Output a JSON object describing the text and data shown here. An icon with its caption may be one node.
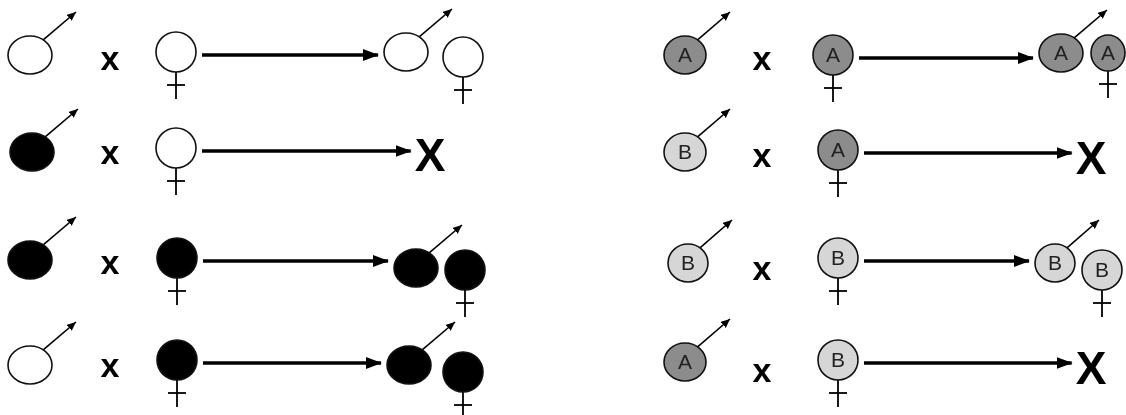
{
  "diagram": {
    "nodes": [
      {
        "text": [],
        "shape": "circle"
      },
      {
        "text": [],
        "shape": "circle"
      },
      {
        "text": [],
        "shape": "circle"
      },
      {
        "text": [],
        "shape": "circle"
      },
      {
        "text": [],
        "shape": "circle"
      },
      {
        "text": [],
        "shape": "circle"
      },
      {
        "text": [
          "X"
        ]
      },
      {
        "text": [],
        "shape": "circle"
      },
      {
        "text": [],
        "shape": "circle"
      },
      {
        "text": [],
        "shape": "circle"
      },
      {
        "text": [],
        "shape": "circle"
      },
      {
        "text": [],
        "shape": "circle"
      },
      {
        "text": [],
        "shape": "circle"
      },
      {
        "text": [],
        "shape": "circle"
      },
      {
        "text": [],
        "shape": "circle"
      },
      {
        "text": [
          "A"
        ]
      },
      {
        "text": [
          "A"
        ]
      },
      {
        "text": [
          "A"
        ]
      },
      {
        "text": [
          "A"
        ]
      },
      {
        "text": [
          "B"
        ]
      },
      {
        "text": [
          "A"
        ]
      },
      {
        "text": [
          "X"
        ]
      },
      {
        "text": [
          "B"
        ]
      },
      {
        "text": [
          "B"
        ]
      },
      {
        "text": [
          "B"
        ]
      },
      {
        "text": [
          "B"
        ]
      },
      {
        "text": [
          "A"
        ]
      },
      {
        "text": [
          "B"
        ]
      },
      {
        "text": [
          "X"
        ]
      }
    ],
    "edges": [
      {
        "from": 1,
        "to": 2,
        "arrow": "to"
      },
      {
        "from": 5,
        "to": 6,
        "arrow": "to"
      },
      {
        "from": 8,
        "to": 9,
        "arrow": "to"
      },
      {
        "from": 12,
        "to": 13,
        "arrow": "to"
      },
      {
        "from": 16,
        "to": 17,
        "arrow": "to"
      },
      {
        "from": 20,
        "to": 21,
        "arrow": "to"
      },
      {
        "from": 23,
        "to": 24,
        "arrow": "to"
      },
      {
        "from": 27,
        "to": 28,
        "arrow": "to"
      }
    ],
    "labels": [
      "x",
      "x",
      "x",
      "x",
      "x",
      "x",
      "x",
      "x"
    ]
  }
}
